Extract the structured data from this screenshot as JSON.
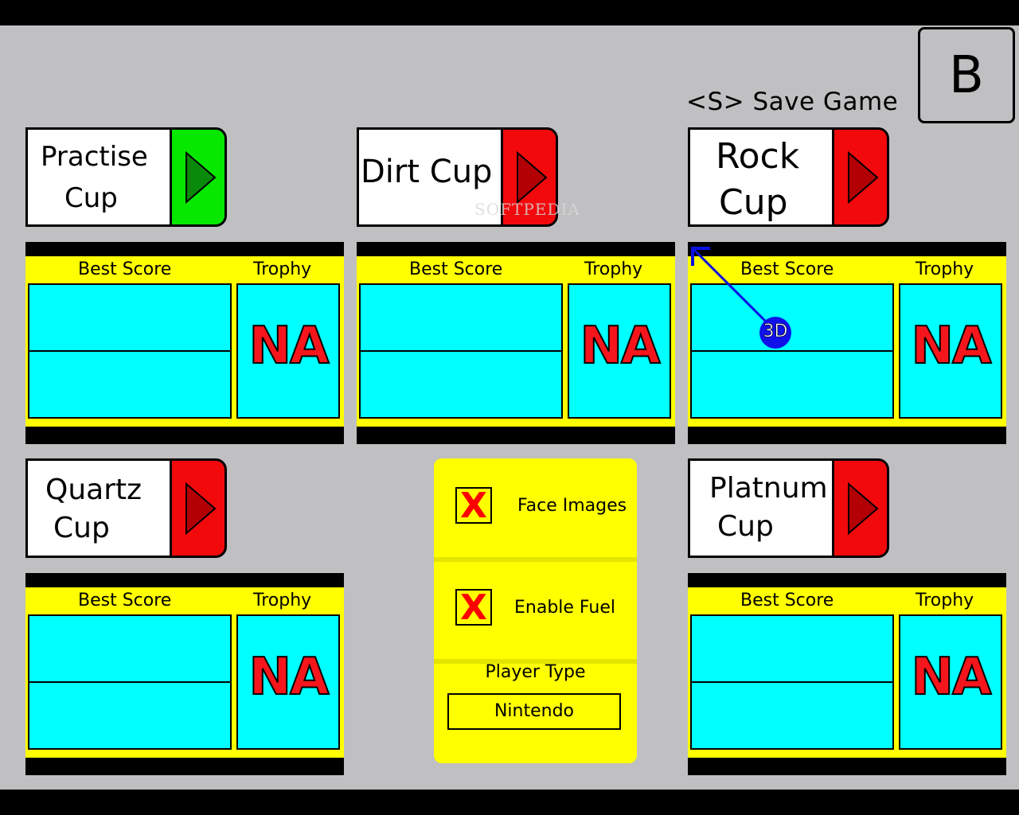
{
  "top_button": {
    "label": "B"
  },
  "save": {
    "label": "<S> Save Game"
  },
  "columns": {
    "best_score": "Best Score",
    "trophy": "Trophy"
  },
  "cups": [
    {
      "line1": "Practise",
      "line2": "Cup",
      "status": "unlocked",
      "trophy": "NA"
    },
    {
      "line1": "Dirt Cup",
      "line2": "",
      "status": "locked",
      "trophy": "NA"
    },
    {
      "line1": "Rock",
      "line2": "Cup",
      "status": "locked",
      "trophy": "NA"
    },
    {
      "line1": "Quartz",
      "line2": "Cup",
      "status": "locked",
      "trophy": "NA"
    },
    {
      "line1": "Platnum",
      "line2": "Cup",
      "status": "locked",
      "trophy": "NA"
    }
  ],
  "options": {
    "face_images": {
      "label": "Face Images",
      "checked": true,
      "mark": "X"
    },
    "enable_fuel": {
      "label": "Enable Fuel",
      "checked": true,
      "mark": "X"
    },
    "player_type": {
      "label": "Player Type",
      "value": "Nintendo"
    }
  },
  "cursor": {
    "label": "3D",
    "icon": "arrow-cursor-icon"
  },
  "watermark": "SOFTPEDIA",
  "colors": {
    "background": "#c0bfc1",
    "panel": "#ffff00",
    "score": "#00ffff",
    "go": "#06e800",
    "locked": "#f2090c",
    "na": "#f4161c"
  }
}
